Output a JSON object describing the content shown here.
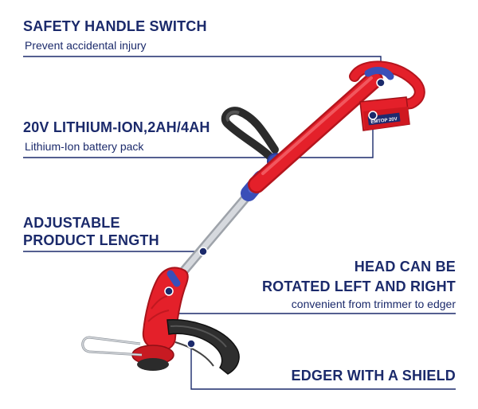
{
  "callouts": {
    "safety": {
      "title": "SAFETY HANDLE SWITCH",
      "desc": "Prevent accidental injury"
    },
    "battery": {
      "title": "20V LITHIUM-ION,2AH/4AH",
      "desc": "Lithium-Ion battery pack"
    },
    "length": {
      "line1": "ADJUSTABLE",
      "line2": "PRODUCT LENGTH"
    },
    "head": {
      "line1": "HEAD CAN BE",
      "line2": "ROTATED LEFT AND RIGHT",
      "desc": "convenient from trimmer to edger"
    },
    "edger": {
      "title": "EDGER WITH A SHIELD"
    }
  },
  "product": {
    "brand_logo": "EMTOP",
    "battery_logo": "EMTOP 20V",
    "body_color": "#e4202a",
    "accent_color": "#3a4fb8",
    "shaft_color": "#c8ccd2",
    "grip_color": "#2b2b2b"
  },
  "colors": {
    "text": "#1b2a6b",
    "leader_line": "#1b2a6b",
    "dot": "#1b2a6b"
  }
}
